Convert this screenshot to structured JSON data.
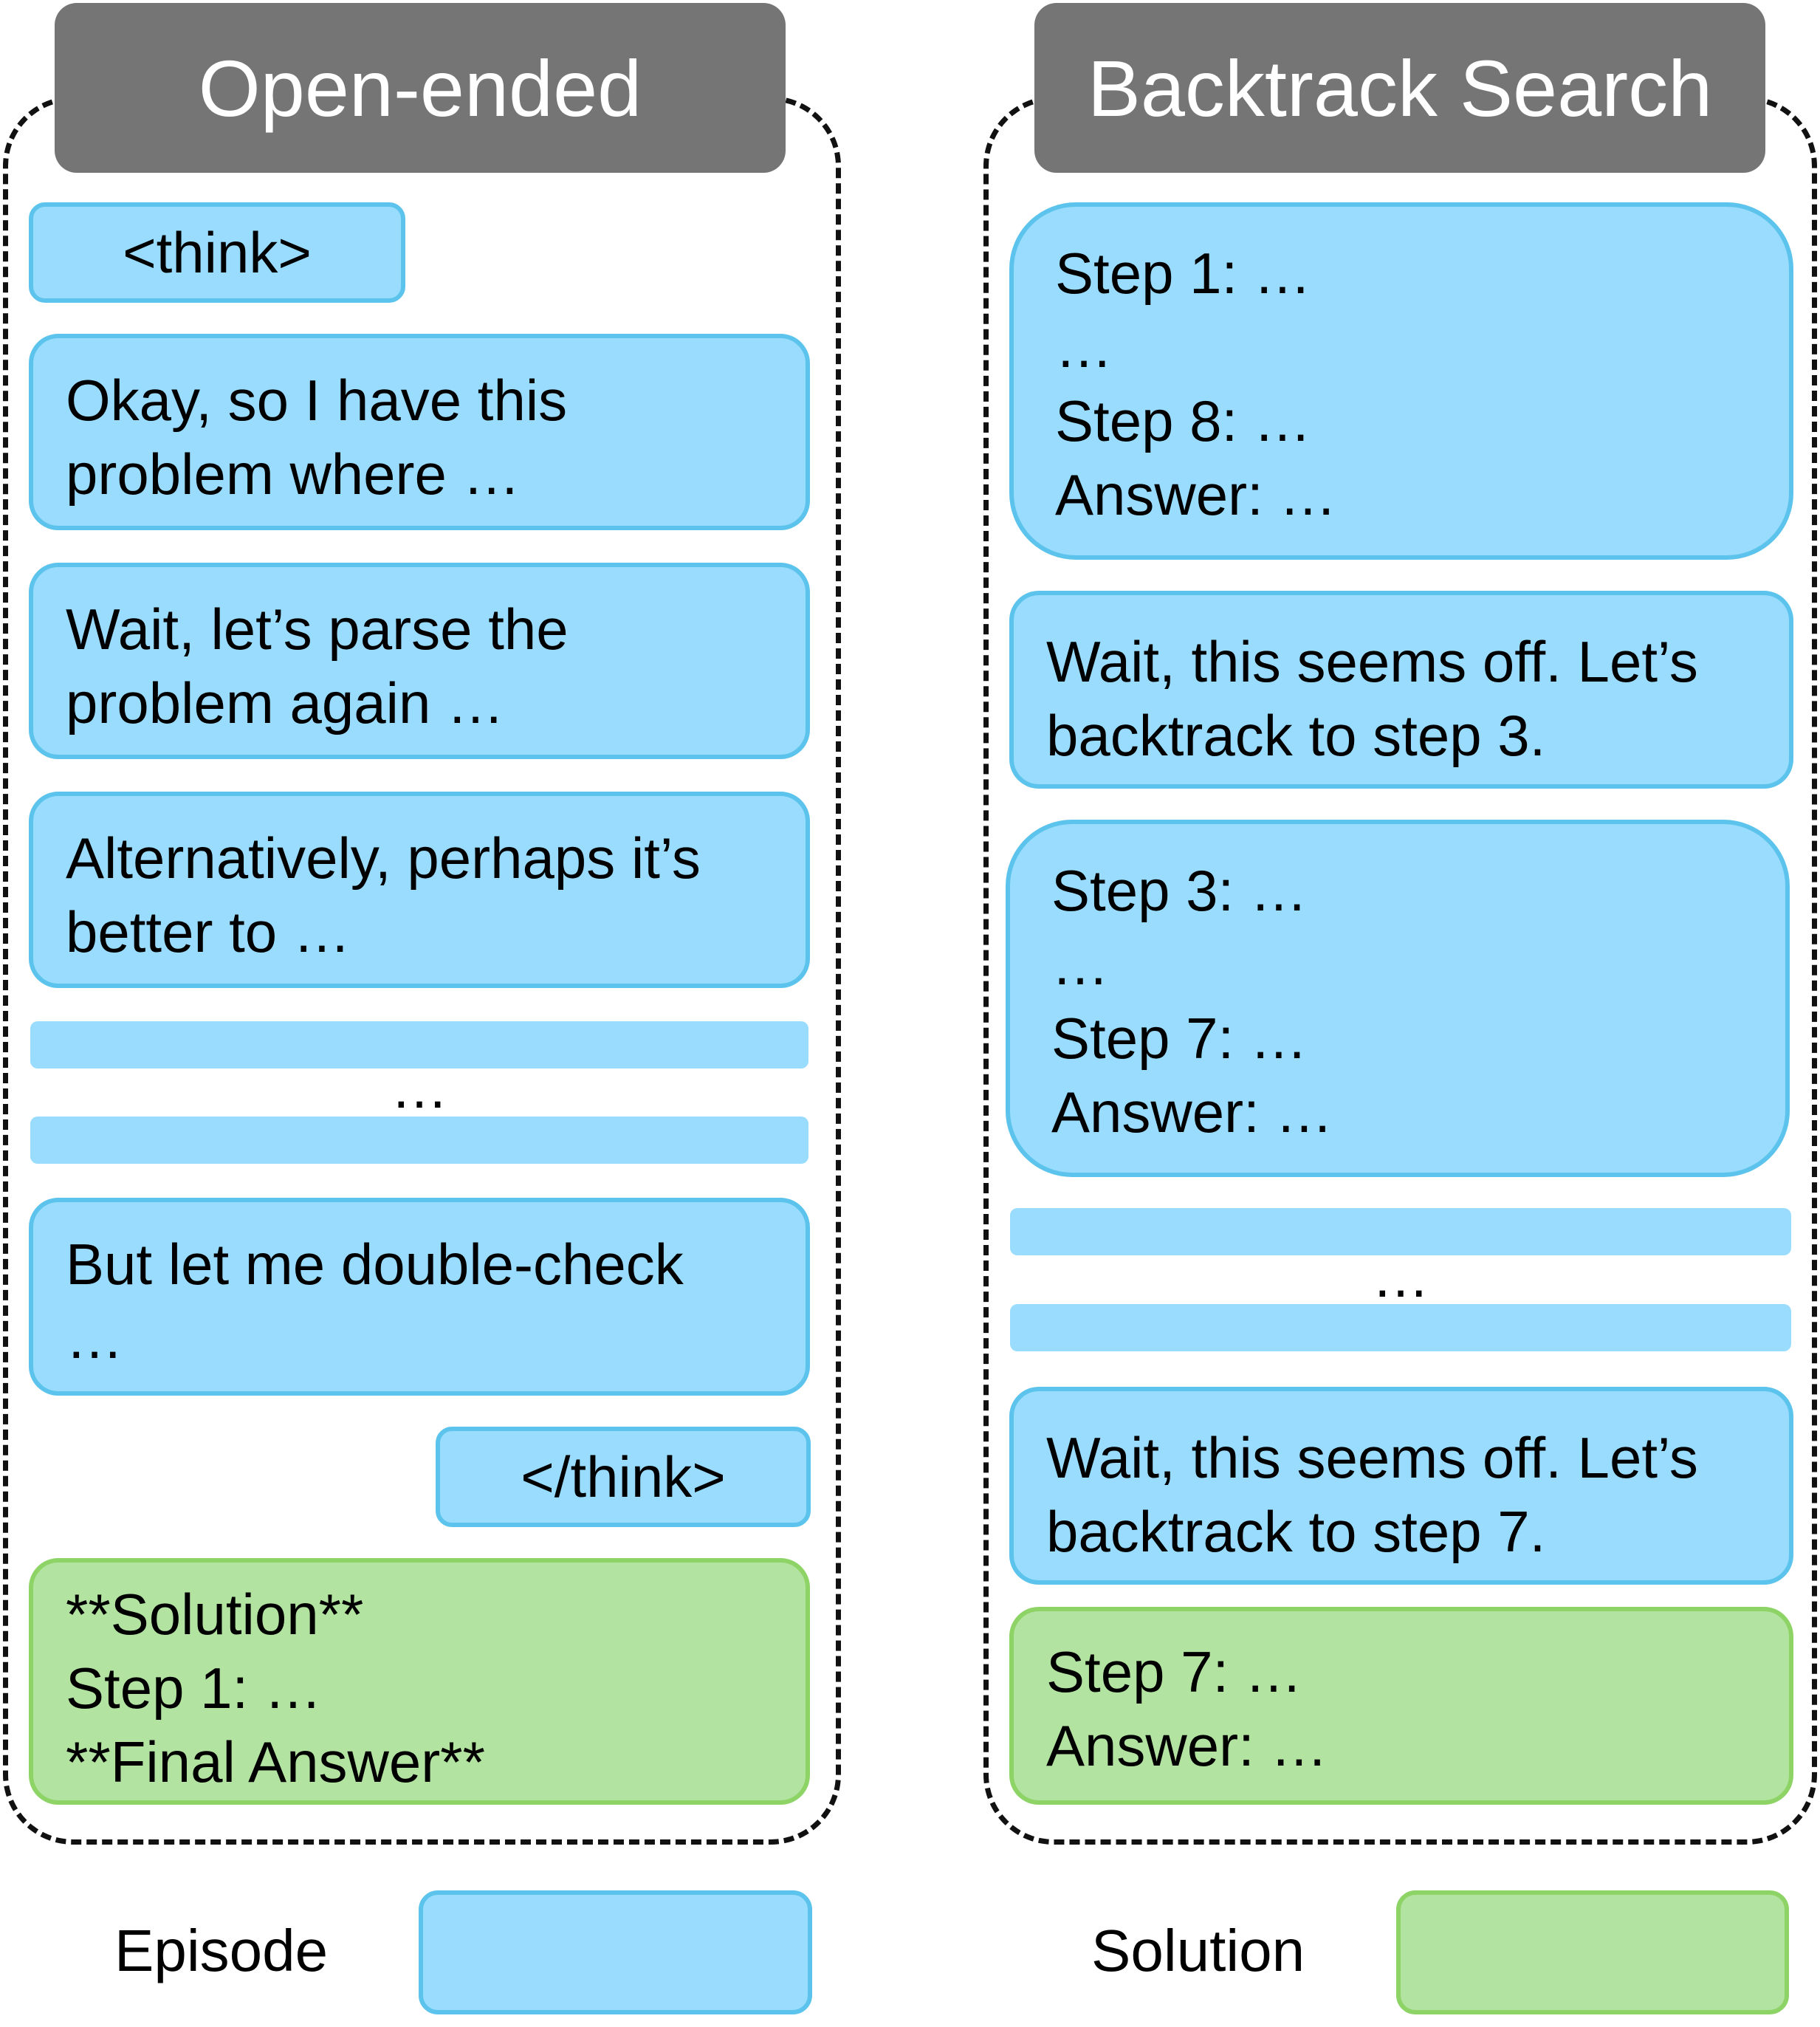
{
  "left_panel": {
    "title": "Open-ended",
    "think_open": "<think>",
    "episodes": [
      "Okay, so I have this\nproblem where …",
      "Wait, let’s parse the\nproblem again …",
      "Alternatively, perhaps it’s\nbetter to …"
    ],
    "ellipsis": "…",
    "episode_last": "But let me double-check\n…",
    "think_close": "</think>",
    "solution": "**Solution**\nStep 1: …\n**Final Answer**"
  },
  "right_panel": {
    "title": "Backtrack Search",
    "attempt_1": "Step 1: …\n…\nStep 8: …\nAnswer: …",
    "backtrack_1": "Wait, this seems off. Let’s\nbacktrack to step 3.",
    "attempt_2": "Step 3: …\n…\nStep 7: …\nAnswer: …",
    "ellipsis": "…",
    "backtrack_2": "Wait, this seems off. Let’s\nbacktrack to step 7.",
    "solution": "Step 7: …\nAnswer: …"
  },
  "legend": {
    "episode_label": "Episode",
    "solution_label": "Solution"
  },
  "colors": {
    "episode_fill": "#99dcfd",
    "episode_border": "#5cc3ec",
    "solution_fill": "#b3e3a1",
    "solution_border": "#8dd366",
    "title_fill": "#757575"
  }
}
